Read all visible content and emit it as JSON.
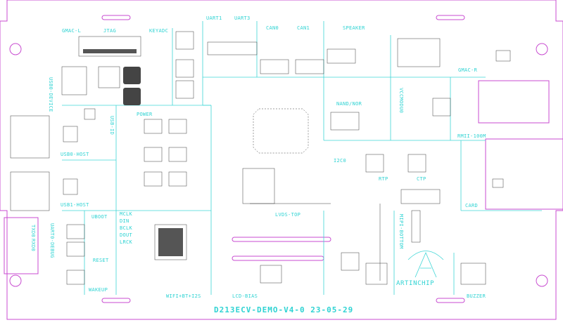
{
  "labels": {
    "gmac_l": "GMAC-L",
    "jtag": "JTAG",
    "keyadc": "KEYADC",
    "uart1": "UART1",
    "uart3": "UART3",
    "can0": "CAN0",
    "can1": "CAN1",
    "speaker": "SPEAKER",
    "uart0_usb": "USB0-DEVICE",
    "power": "POWER",
    "usb0_host": "USB0-HOST",
    "usb_id": "USB-ID",
    "usb1_host": "USB1-HOST",
    "nand_nor": "NAND/NOR",
    "gmac_r": "GMAC-R",
    "rmii": "RMII-100M",
    "vccmoduo": "VCCMODU0",
    "i2c0": "I2C0",
    "rtp": "RTP",
    "ctp": "CTP",
    "lvds_top": "LVDS-TOP",
    "card": "CARD",
    "uboot": "UBOOT",
    "reset": "RESET",
    "wakeup": "WAKEUP",
    "uart0_debug": "UART0-DEBUG",
    "wifi_bt": "WIFI+BT+I2S",
    "lcd_bias": "LCD-BIAS",
    "mipi_bottom": "MIPI-BOTTOM",
    "artinchip": "ARTINCHIP",
    "buzzer": "BUZZER",
    "board_title": "D213ECV-DEMO-V4-0 23-05-29",
    "uart_side_a": "TXD0",
    "uart_side_b": "RXD0",
    "wifi_pins_a": "MCLK",
    "wifi_pins_b": "DIN",
    "wifi_pins_c": "BCLK",
    "wifi_pins_d": "DOUT",
    "wifi_pins_e": "LRCK"
  },
  "colors": {
    "silkscreen": "#2fd3d3",
    "outline": "#c84bd0",
    "component": "#3a3a3a"
  }
}
